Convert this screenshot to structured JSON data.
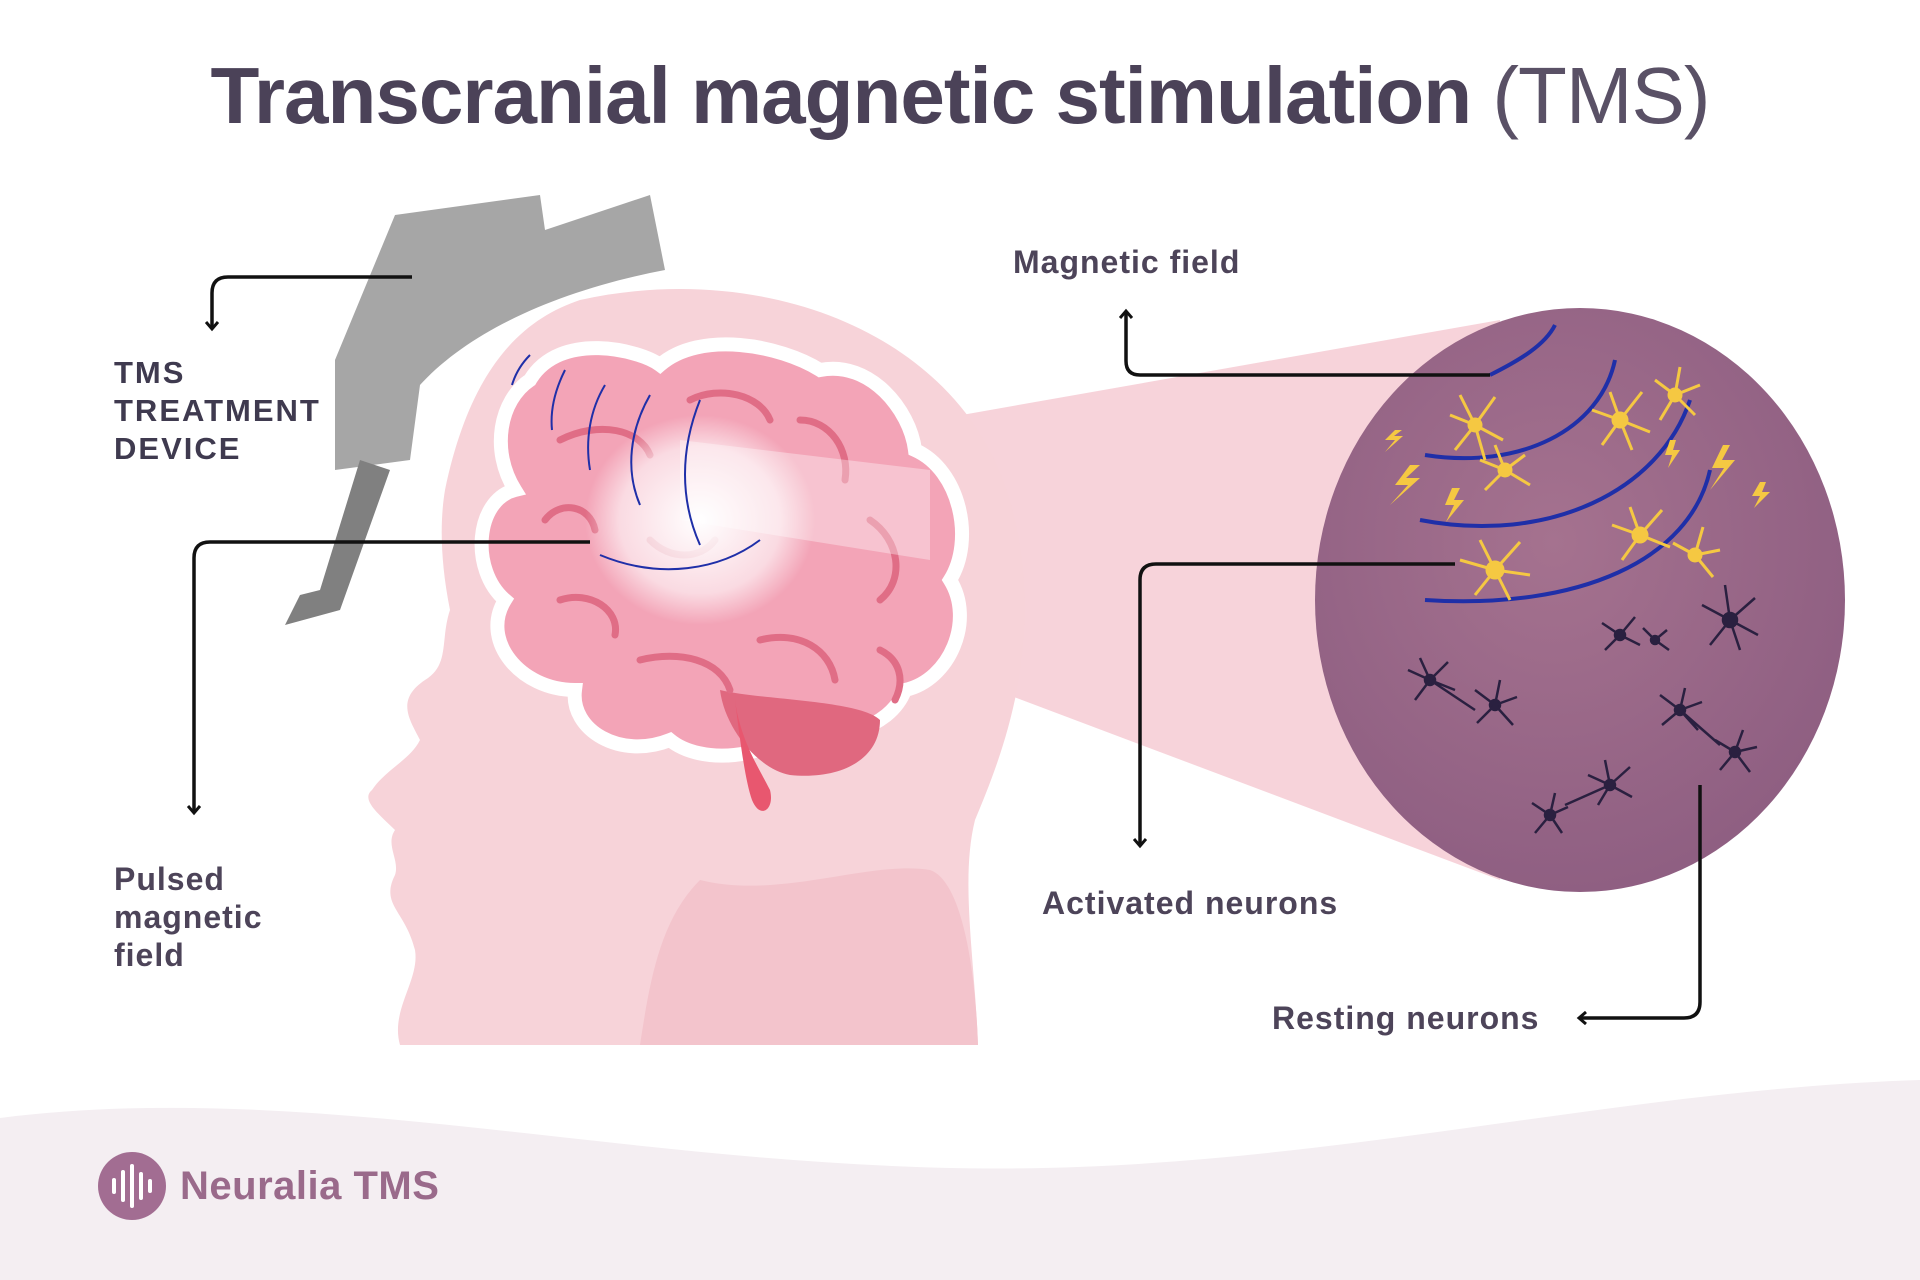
{
  "title": {
    "main": "Transcranial magnetic stimulation",
    "abbr": "(TMS)"
  },
  "labels": {
    "device": "TMS\nTREATMENT\nDEVICE",
    "pulsed": "Pulsed\nmagnetic\nfield",
    "magnetic_field": "Magnetic field",
    "activated": "Activated neurons",
    "resting": "Resting neurons"
  },
  "brand": {
    "name": "Neuralia TMS"
  },
  "colors": {
    "title": "#4b4258",
    "label": "#4d4459",
    "device": "#a6a6a6",
    "brain": "#f4a7b9",
    "head": "#f7d3d9",
    "zoom_circle": "#a07090",
    "magnetic_lines": "#1f2fa8",
    "activated_neuron": "#f5c842",
    "resting_neuron": "#2a2040",
    "brand": "#9a6a8b"
  },
  "icons": [
    "sound-wave-icon",
    "arrow-icon",
    "lightning-icon"
  ]
}
